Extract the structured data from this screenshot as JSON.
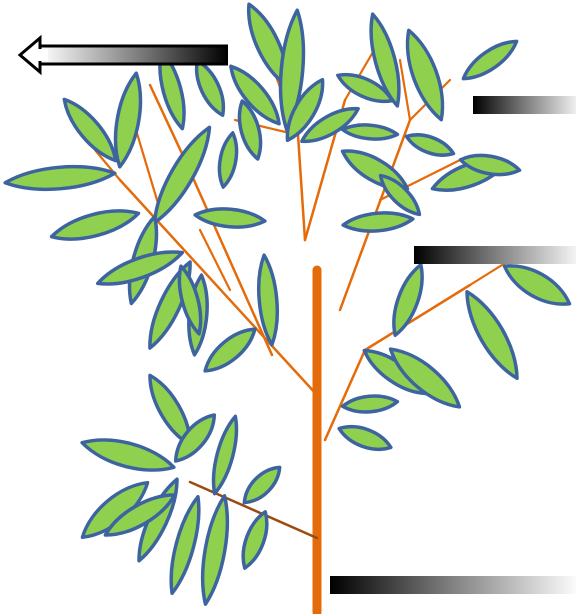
{
  "diagram": {
    "kind": "bamboo-branch-illustration",
    "colors": {
      "leaf_fill": "#8fd14f",
      "leaf_outline": "#3e64a0",
      "stem": "#e56b0a",
      "old_branch": "#9b4a10",
      "pointer_dark": "#000000",
      "pointer_light": "#ffffff"
    },
    "arrow": {
      "icon": "left-arrow-icon"
    },
    "pointers": [
      {
        "name": "pointer-bar-upper-right"
      },
      {
        "name": "pointer-bar-middle-right"
      },
      {
        "name": "pointer-bar-bottom-right"
      }
    ]
  }
}
